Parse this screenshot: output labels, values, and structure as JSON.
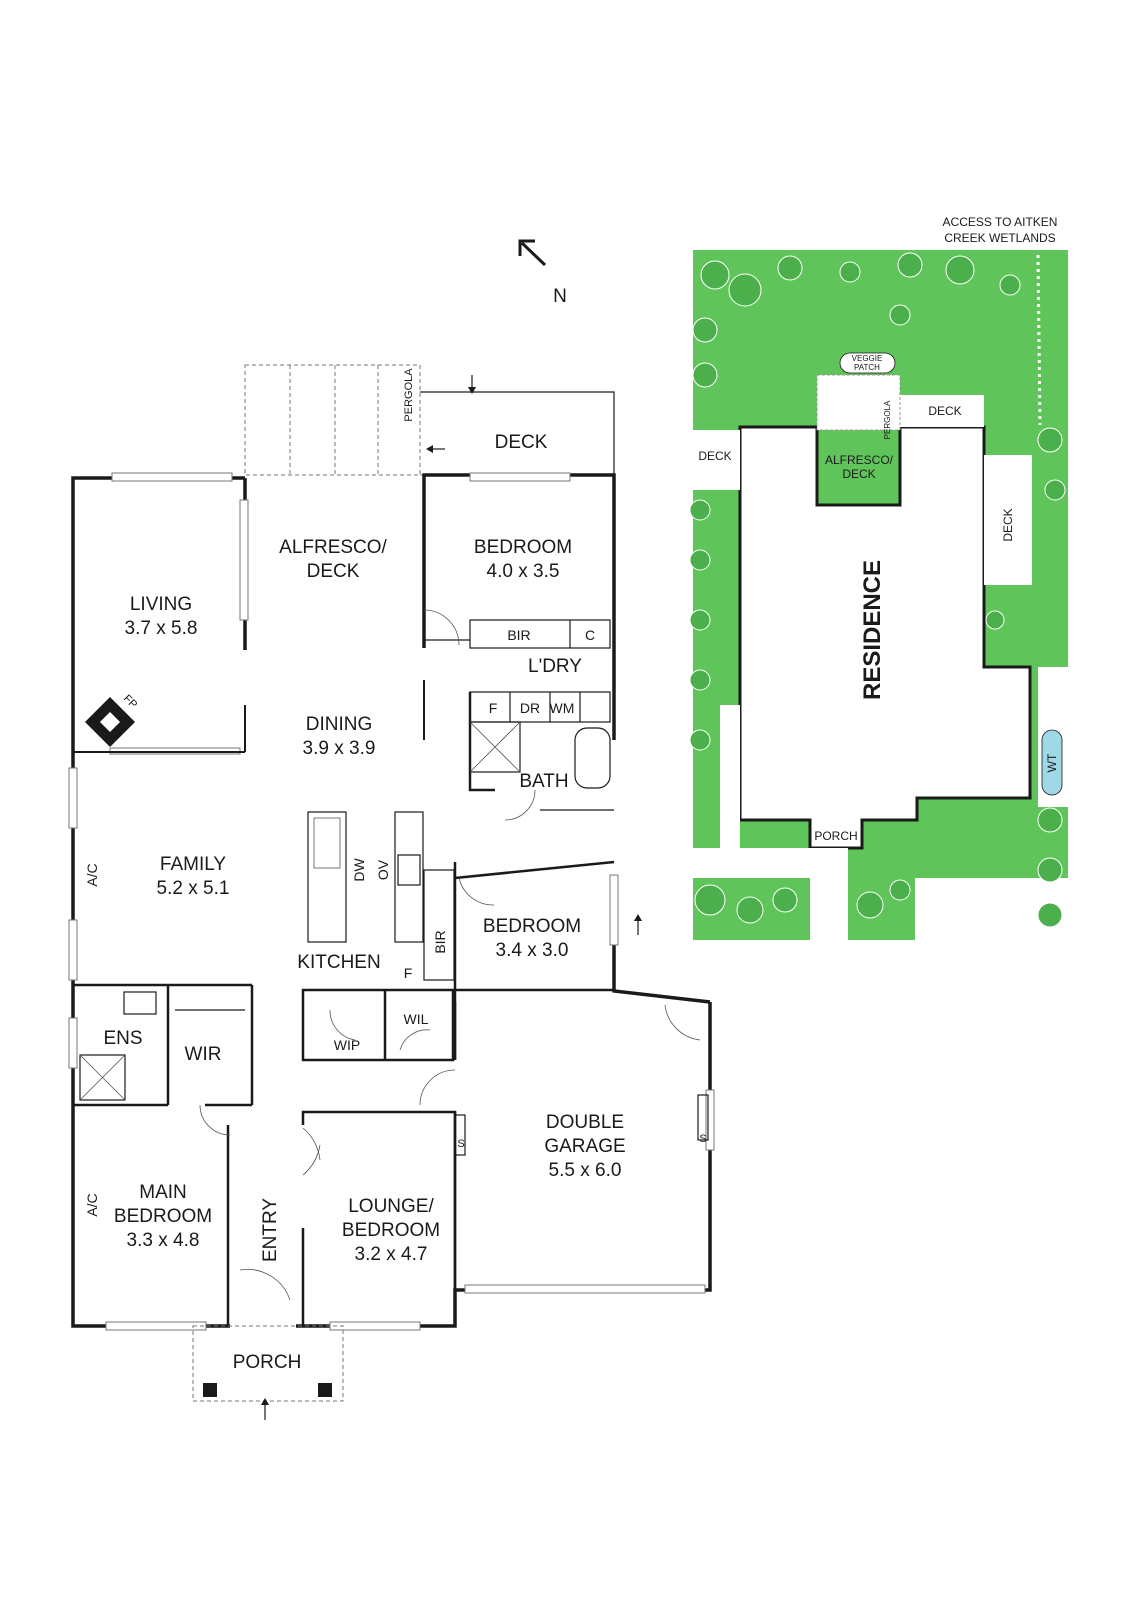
{
  "compass": {
    "label": "N",
    "icon": "north-arrow-icon"
  },
  "rooms": {
    "deck": "DECK",
    "pergola": "PERGOLA",
    "alfresco": {
      "name1": "ALFRESCO/",
      "name2": "DECK"
    },
    "bedroom2": {
      "name": "BEDROOM",
      "size": "4.0 x 3.5"
    },
    "bir_top": "BIR",
    "c": "C",
    "laundry": "L'DRY",
    "f_laundry": "F",
    "dr": "DR",
    "wm": "WM",
    "bath": "BATH",
    "living": {
      "name": "LIVING",
      "size": "3.7 x 5.8"
    },
    "fp": "FP",
    "dining": {
      "name": "DINING",
      "size": "3.9 x 3.9"
    },
    "family": {
      "name": "FAMILY",
      "size": "5.2 x 5.1"
    },
    "ac1": "A/C",
    "dw": "DW",
    "ov": "OV",
    "kitchen": "KITCHEN",
    "f_kitchen": "F",
    "bir_mid": "BIR",
    "bedroom3": {
      "name": "BEDROOM",
      "size": "3.4 x 3.0"
    },
    "ens": "ENS",
    "wir": "WIR",
    "wip": "WIP",
    "wil": "WIL",
    "garage": {
      "name1": "DOUBLE",
      "name2": "GARAGE",
      "size": "5.5 x 6.0"
    },
    "s1": "S",
    "s2": "S",
    "main_bedroom": {
      "name1": "MAIN",
      "name2": "BEDROOM",
      "size": "3.3 x 4.8"
    },
    "ac2": "A/C",
    "entry": "ENTRY",
    "lounge": {
      "name1": "LOUNGE/",
      "name2": "BEDROOM",
      "size": "3.2 x 4.7"
    },
    "porch": "PORCH"
  },
  "site": {
    "access_line1": "ACCESS TO AITKEN",
    "access_line2": "CREEK WETLANDS",
    "veggie1": "VEGGIE",
    "veggie2": "PATCH",
    "pergola": "PERGOLA",
    "deck_top": "DECK",
    "deck_left": "DECK",
    "deck_right": "DECK",
    "alfresco1": "ALFRESCO/",
    "alfresco2": "DECK",
    "residence": "RESIDENCE",
    "wt": "WT",
    "porch": "PORCH"
  },
  "colors": {
    "grass": "#5fc45a",
    "wall": "#1a1a1a",
    "tank": "#9fd9e8"
  }
}
